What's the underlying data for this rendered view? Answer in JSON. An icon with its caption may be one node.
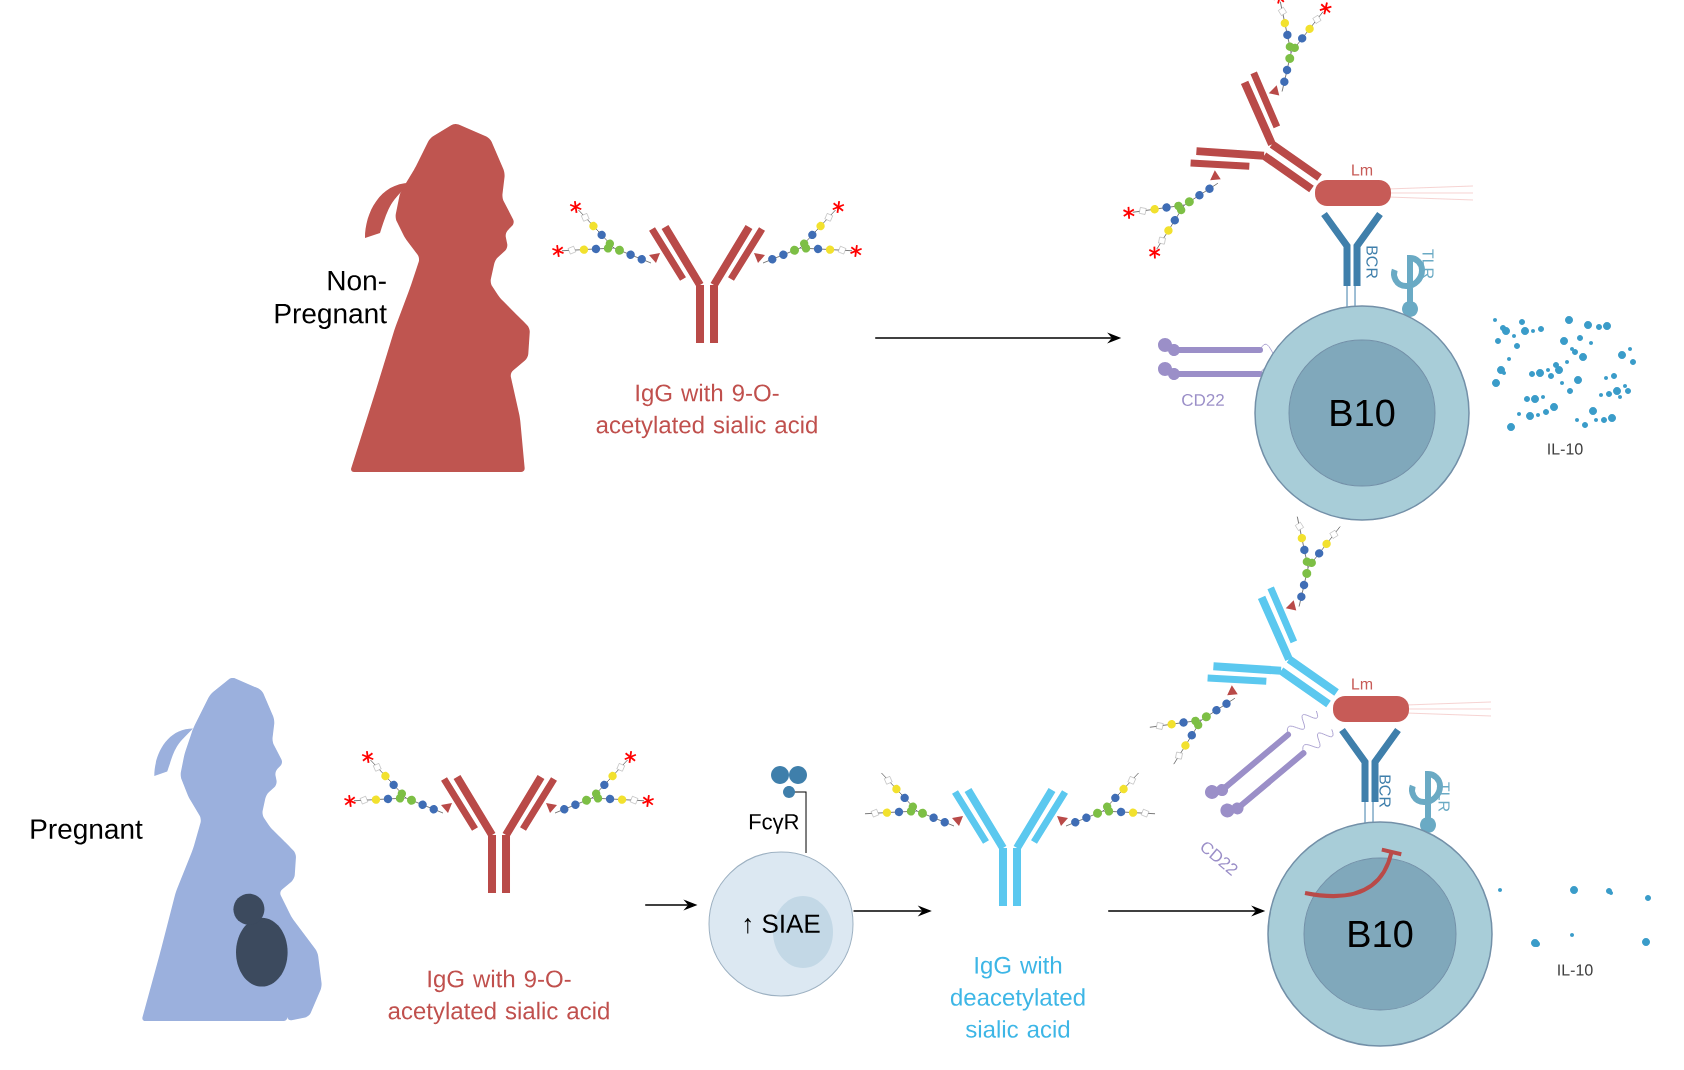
{
  "diagram": {
    "nodes": [
      {
        "text": [
          "IgG with 9-O-acetylated sialic acid"
        ]
      },
      {
        "text": [
          "B10"
        ]
      },
      {
        "text": [
          "IgG with 9-O-acetylated sialic acid"
        ]
      },
      {
        "text": [
          "↑ SIAE"
        ],
        "beside": [
          "FcγR"
        ]
      },
      {
        "text": [
          "IgG with deacetylated sialic acid"
        ]
      },
      {
        "text": [
          "B10"
        ]
      }
    ],
    "edges": [
      {
        "from": 0,
        "to": 1,
        "arrow": "to"
      },
      {
        "from": 2,
        "to": 3,
        "arrow": "to"
      },
      {
        "from": 3,
        "to": 4,
        "arrow": "to"
      },
      {
        "from": 4,
        "to": 5,
        "arrow": "to"
      }
    ],
    "labels": [
      "Non- Pregnant",
      "Lm",
      "BCR",
      "TLR",
      "CD22",
      "IL-10",
      "Pregnant",
      "Lm",
      "BCR",
      "TLR",
      "CD22",
      "IL-10"
    ]
  }
}
